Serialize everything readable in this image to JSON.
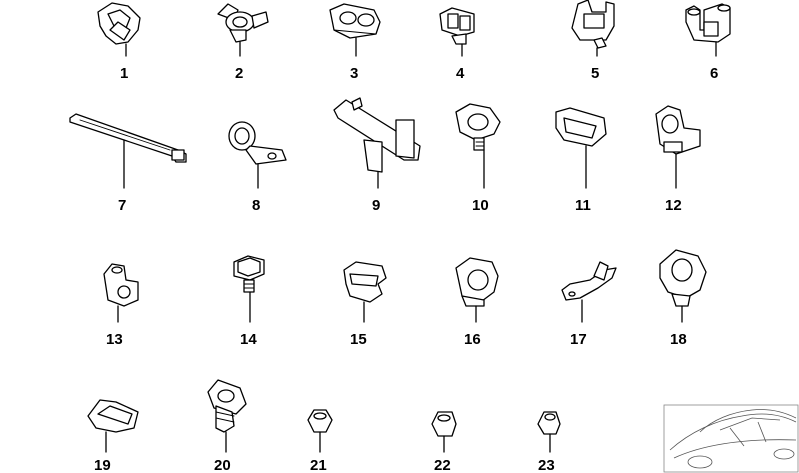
{
  "parts": [
    {
      "id": "1",
      "label": "1"
    },
    {
      "id": "2",
      "label": "2"
    },
    {
      "id": "3",
      "label": "3"
    },
    {
      "id": "4",
      "label": "4"
    },
    {
      "id": "5",
      "label": "5"
    },
    {
      "id": "6",
      "label": "6"
    },
    {
      "id": "7",
      "label": "7"
    },
    {
      "id": "8",
      "label": "8"
    },
    {
      "id": "9",
      "label": "9"
    },
    {
      "id": "10",
      "label": "10"
    },
    {
      "id": "11",
      "label": "11"
    },
    {
      "id": "12",
      "label": "12"
    },
    {
      "id": "13",
      "label": "13"
    },
    {
      "id": "14",
      "label": "14"
    },
    {
      "id": "15",
      "label": "15"
    },
    {
      "id": "16",
      "label": "16"
    },
    {
      "id": "17",
      "label": "17"
    },
    {
      "id": "18",
      "label": "18"
    },
    {
      "id": "19",
      "label": "19"
    },
    {
      "id": "20",
      "label": "20"
    },
    {
      "id": "21",
      "label": "21"
    },
    {
      "id": "22",
      "label": "22"
    },
    {
      "id": "23",
      "label": "23"
    }
  ],
  "colors": {
    "line": "#000000",
    "background": "#ffffff",
    "thumbnail_line": "#555555"
  }
}
